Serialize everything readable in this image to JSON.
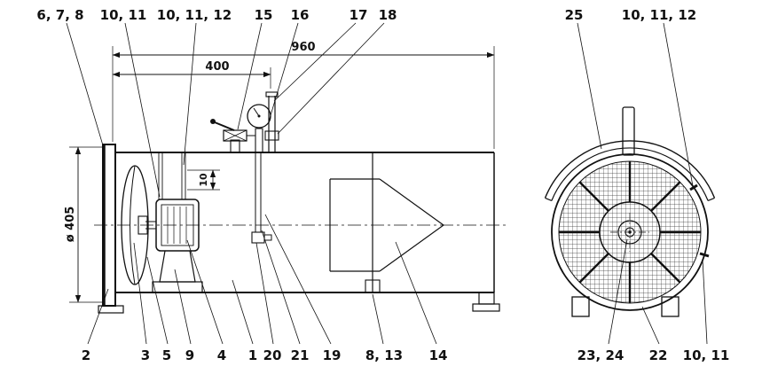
{
  "drawing": {
    "side_view": {
      "top_callouts": [
        "6, 7, 8",
        "10, 11",
        "10, 11, 12",
        "15",
        "16",
        "17",
        "18"
      ],
      "bottom_callouts": [
        "2",
        "3",
        "5",
        "9",
        "4",
        "1",
        "20",
        "21",
        "19",
        "8, 13",
        "14"
      ],
      "dim_overall_length": "960",
      "dim_front_length": "400",
      "dim_diameter": "ø 405",
      "dim_gap": "10"
    },
    "end_view": {
      "top_callouts": [
        "25",
        "10, 11, 12"
      ],
      "bottom_callouts": [
        "23, 24",
        "22",
        "10, 11"
      ]
    }
  }
}
